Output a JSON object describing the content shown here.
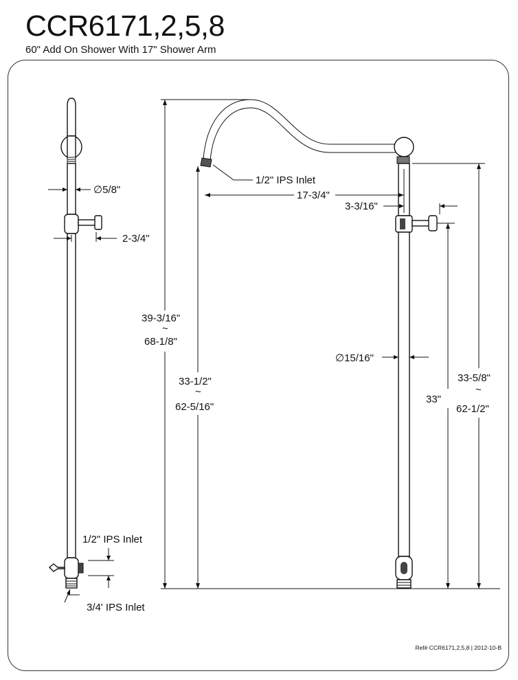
{
  "header": {
    "title": "CCR6171,2,5,8",
    "subtitle": "60\" Add On Shower With 17\" Shower Arm"
  },
  "left_view": {
    "pipe_diameter": "∅5/8\"",
    "offset": "2-3/4\"",
    "inlet_top": "1/2\" IPS Inlet",
    "inlet_bottom": "3/4' IPS Inlet"
  },
  "right_view": {
    "arm_inlet": "1/2\" IPS Inlet",
    "arm_reach": "17-3/4\"",
    "arm_offset": "3-3/16\"",
    "pipe_diameter": "∅15/16\"",
    "overall_height_min": "39-3/16\"",
    "overall_height_max": "68-1/8\"",
    "inlet_height_min": "33-1/2\"",
    "inlet_height_max": "62-5/16\"",
    "valve_height": "33\"",
    "riser_height_min": "33-5/8\"",
    "riser_height_max": "62-1/2\"",
    "range_symbol": "~"
  },
  "footer": {
    "reference": "Ref# CCR6171,2,5,8 | 2012-10-B"
  }
}
